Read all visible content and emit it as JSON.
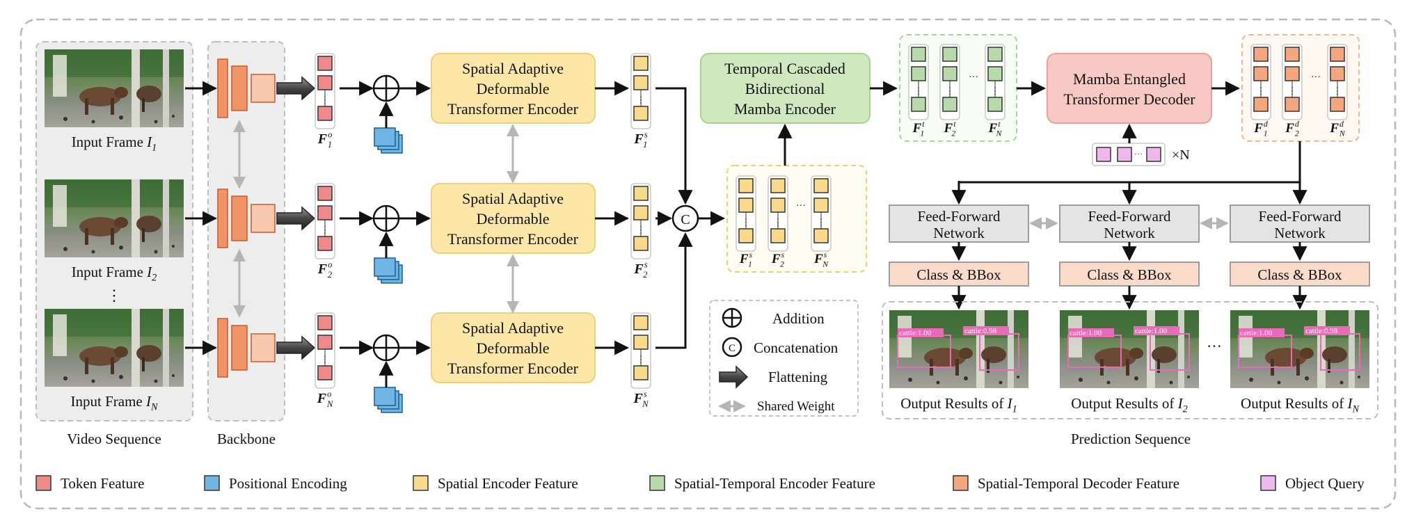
{
  "labels": {
    "input_frame_prefix": "Input Frame ",
    "frames": [
      {
        "base": "I",
        "sub": "1"
      },
      {
        "base": "I",
        "sub": "2"
      },
      {
        "base": "I",
        "sub": "N"
      }
    ],
    "vdots": "⋮",
    "video_sequence": "Video Sequence",
    "backbone": "Backbone",
    "token_features": [
      {
        "base": "F",
        "sub": "1",
        "sup": "o"
      },
      {
        "base": "F",
        "sub": "2",
        "sup": "o"
      },
      {
        "base": "F",
        "sub": "N",
        "sup": "o"
      }
    ],
    "spatial_features": [
      {
        "base": "F",
        "sub": "1",
        "sup": "s"
      },
      {
        "base": "F",
        "sub": "2",
        "sup": "s"
      },
      {
        "base": "F",
        "sub": "N",
        "sup": "s"
      }
    ],
    "concat_features": [
      {
        "base": "F",
        "sub": "1",
        "sup": "s"
      },
      {
        "base": "F",
        "sub": "2",
        "sup": "s"
      },
      {
        "base": "F",
        "sub": "N",
        "sup": "s"
      }
    ],
    "temporal_features": [
      {
        "base": "F",
        "sub": "1",
        "sup": "t"
      },
      {
        "base": "F",
        "sub": "2",
        "sup": "t"
      },
      {
        "base": "F",
        "sub": "N",
        "sup": "t"
      }
    ],
    "decoder_features": [
      {
        "base": "F",
        "sub": "1",
        "sup": "d"
      },
      {
        "base": "F",
        "sub": "2",
        "sup": "d"
      },
      {
        "base": "F",
        "sub": "N",
        "sup": "d"
      }
    ],
    "spatial_encoder": [
      "Spatial Adaptive",
      "Deformable",
      "Transformer Encoder"
    ],
    "temporal_encoder": [
      "Temporal Cascaded",
      "Bidirectional",
      "Mamba Encoder"
    ],
    "decoder": [
      "Mamba Entangled",
      "Transformer Decoder"
    ],
    "ffn": [
      "Feed-Forward",
      "Network"
    ],
    "class_bbox": "Class & BBox",
    "times_n": "×N",
    "ellipsis": "···",
    "detections": [
      [
        "cattle:1.00",
        "cattle:0.98"
      ],
      [
        "cattle:1.00",
        "cattle:1.00"
      ],
      [
        "cattle:1.00",
        "cattle:0.98"
      ]
    ],
    "output_prefix": "Output Results of ",
    "outputs": [
      {
        "base": "I",
        "sub": "1"
      },
      {
        "base": "I",
        "sub": "2"
      },
      {
        "base": "I",
        "sub": "N"
      }
    ],
    "prediction_sequence": "Prediction Sequence",
    "ops_legend": [
      "Addition",
      "Concatenation",
      "Flattening",
      "Shared Weight"
    ],
    "concat_symbol": "C"
  },
  "legend": [
    {
      "label": "Token Feature",
      "color": "#f08a8a"
    },
    {
      "label": "Positional Encoding",
      "color": "#6fb6e6"
    },
    {
      "label": "Spatial Encoder Feature",
      "color": "#fbd98a"
    },
    {
      "label": "Spatial-Temporal Encoder Feature",
      "color": "#b7dcaa"
    },
    {
      "label": "Spatial-Temporal Decoder Feature",
      "color": "#f4a67e"
    },
    {
      "label": "Object Query",
      "color": "#eeb8ec"
    }
  ],
  "colors": {
    "token": "#f08a8a",
    "positional": "#6fb6e6",
    "spatial": "#fbd98a",
    "temporal": "#b7dcaa",
    "decoder": "#f4a67e",
    "query": "#eeb8ec",
    "encoder_box": "#fde7a8",
    "temporal_box": "#cfe8c0",
    "decoder_box": "#f8c8c4",
    "ffn_box": "#e4e4e4",
    "class_box": "#fbdccb",
    "backbone_block": "#f09468",
    "detection_box": "#e86ab8"
  }
}
